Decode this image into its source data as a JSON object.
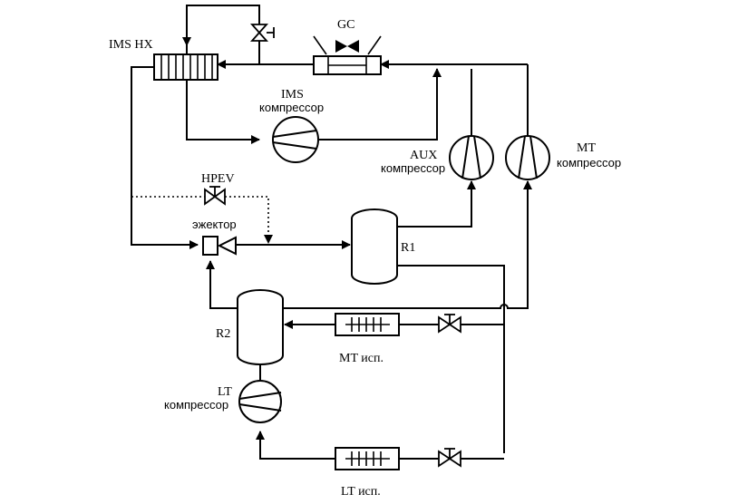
{
  "labels": {
    "gc": "GC",
    "ims_hx": "IMS HX",
    "ims_title": "IMS",
    "ims_sub": "компрессор",
    "aux_title": "AUX",
    "aux_sub": "компрессор",
    "mt_title": "MT",
    "mt_sub": "компрессор",
    "hpev": "HPEV",
    "ejector": "эжектор",
    "r1": "R1",
    "r2": "R2",
    "mt_evap": "MT исп.",
    "lt_title": "LT",
    "lt_sub": "компрессор",
    "lt_evap": "LT исп."
  }
}
